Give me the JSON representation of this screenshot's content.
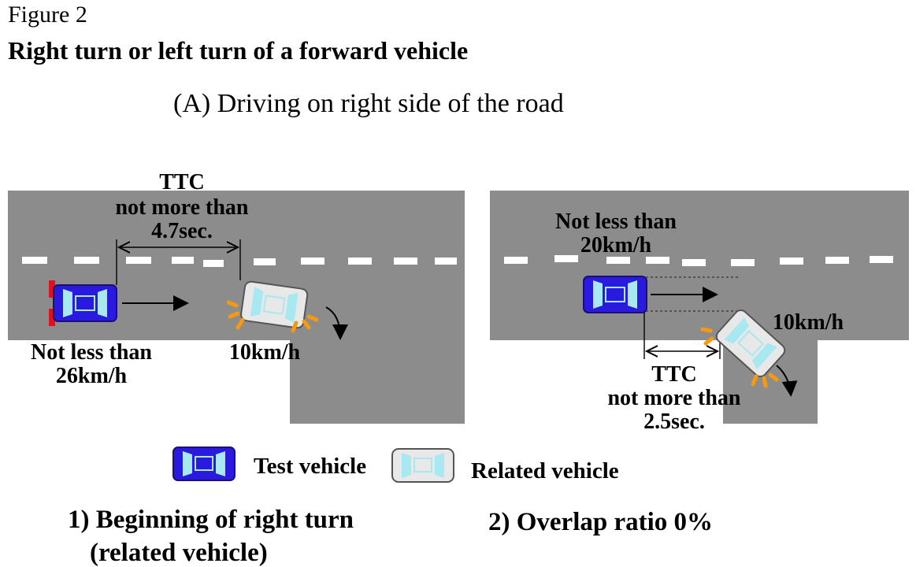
{
  "figure": {
    "label": "Figure 2",
    "title": "Right turn or left turn of a forward vehicle",
    "subheading": "(A)  Driving on right side of the road"
  },
  "scenario_1": {
    "ttc_line1": "TTC",
    "ttc_line2": "not more than",
    "ttc_line3": "4.7sec.",
    "test_speed_line1": "Not less than",
    "test_speed_line2": "26km/h",
    "related_speed": "10km/h",
    "caption_line1": "1) Beginning of right turn",
    "caption_line2": "(related vehicle)"
  },
  "scenario_2": {
    "test_speed_line1": "Not less than",
    "test_speed_line2": "20km/h",
    "related_speed": "10km/h",
    "ttc_line1": "TTC",
    "ttc_line2": "not more than",
    "ttc_line3": "2.5sec.",
    "caption": "2) Overlap ratio 0%"
  },
  "legend": {
    "test_vehicle": "Test vehicle",
    "related_vehicle": "Related vehicle"
  },
  "colors": {
    "road": "#8c8c8c",
    "lane_marking": "#ffffff",
    "test_vehicle": "#2a1ae0",
    "related_vehicle": "#e8e8e8",
    "glass": "#a8e8f0",
    "brake_light": "#e01020",
    "indicator": "#f59a10"
  }
}
